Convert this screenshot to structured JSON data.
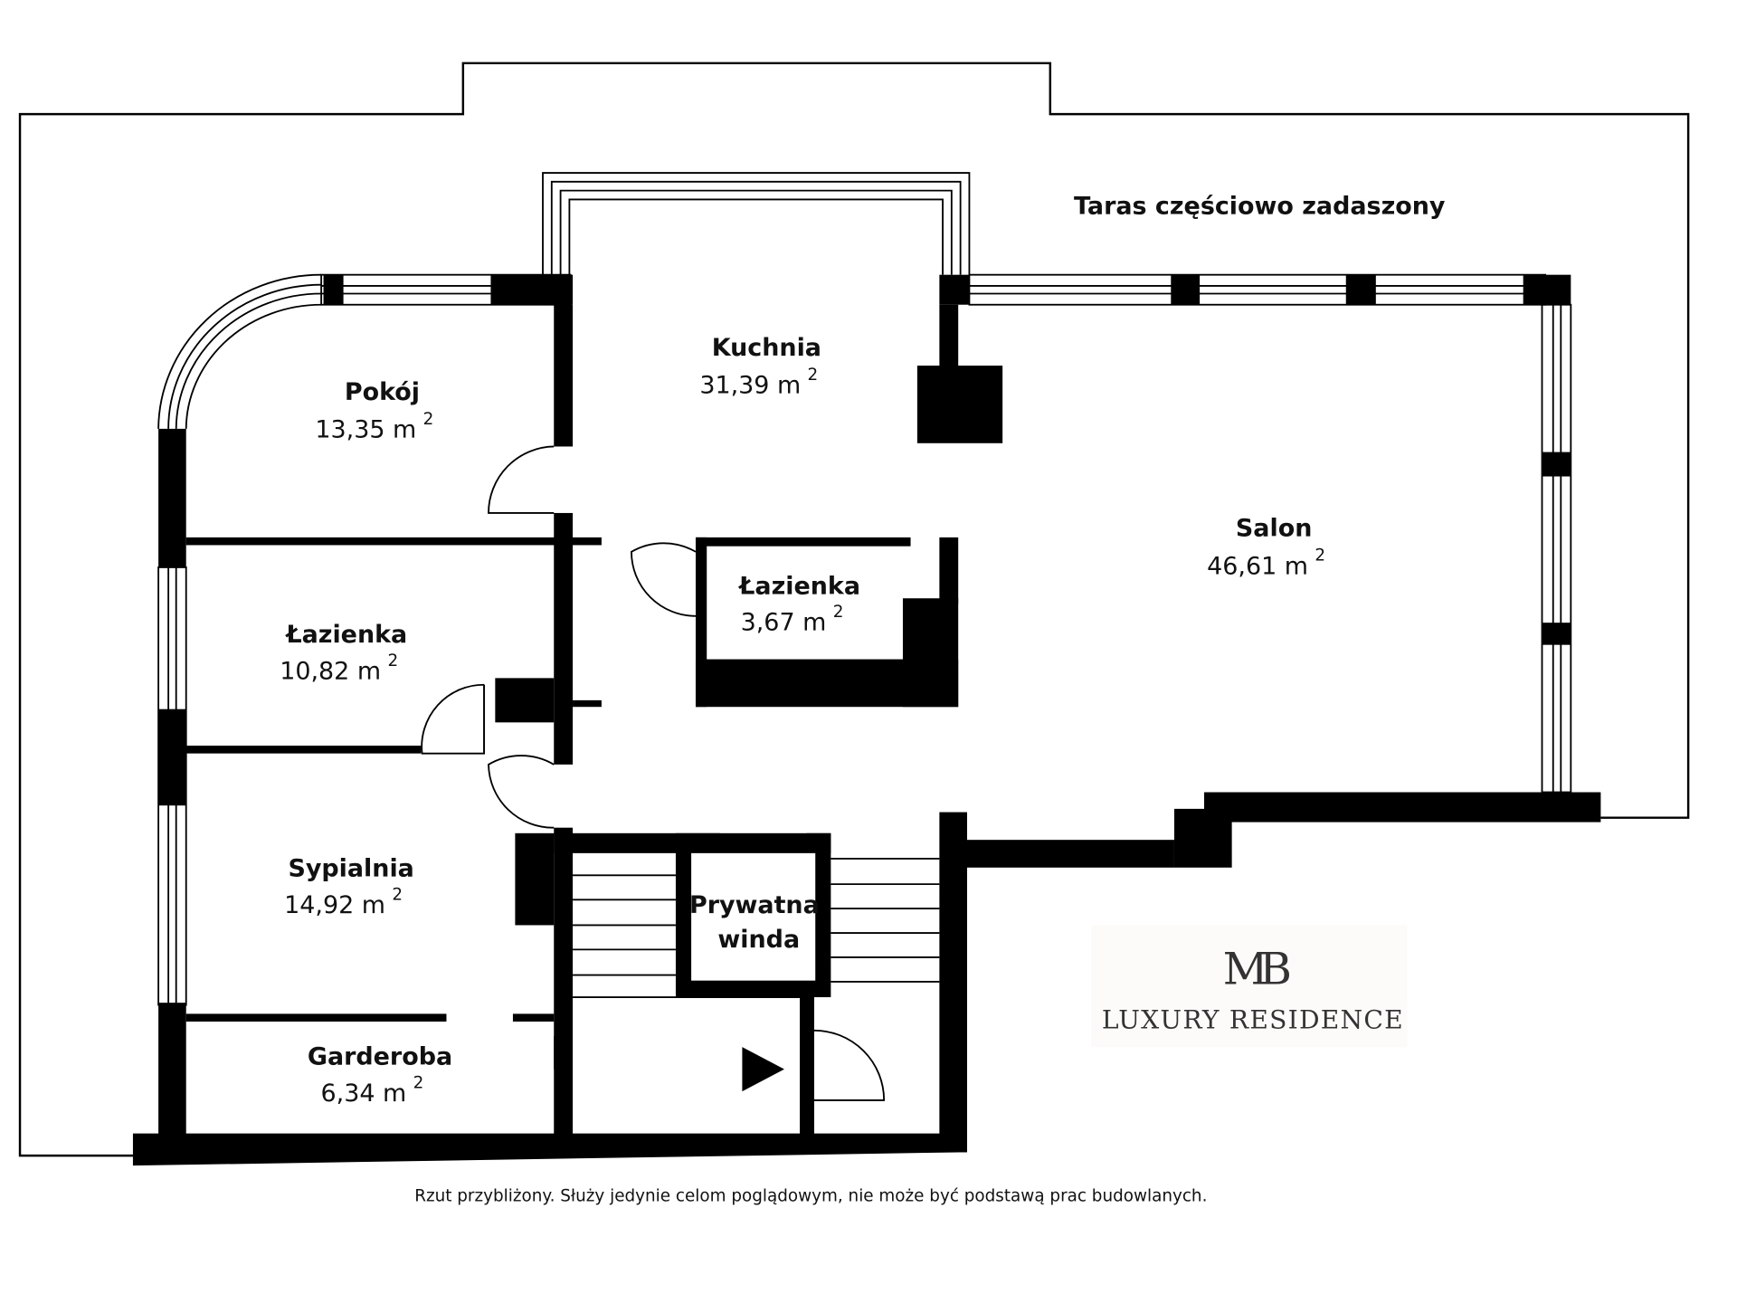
{
  "terrace_label": "Taras częściowo zadaszony",
  "rooms": [
    {
      "name": "Kuchnia",
      "area": "31,39 m"
    },
    {
      "name": "Pokój",
      "area": "13,35 m"
    },
    {
      "name": "Łazienka",
      "area": "3,67 m"
    },
    {
      "name": "Salon",
      "area": "46,61 m"
    },
    {
      "name": "Łazienka",
      "area": "10,82 m"
    },
    {
      "name": "Sypialnia",
      "area": "14,92 m"
    },
    {
      "name": "Garderoba",
      "area": "6,34 m"
    }
  ],
  "area_sup": "2",
  "elevator": {
    "line1": "Prywatna",
    "line2": "winda"
  },
  "logo": {
    "monogram": "MB",
    "text": "LUXURY RESIDENCE"
  },
  "disclaimer": "Rzut przybliżony. Służy jedynie celom poglądowym, nie może być podstawą prac budowlanych."
}
